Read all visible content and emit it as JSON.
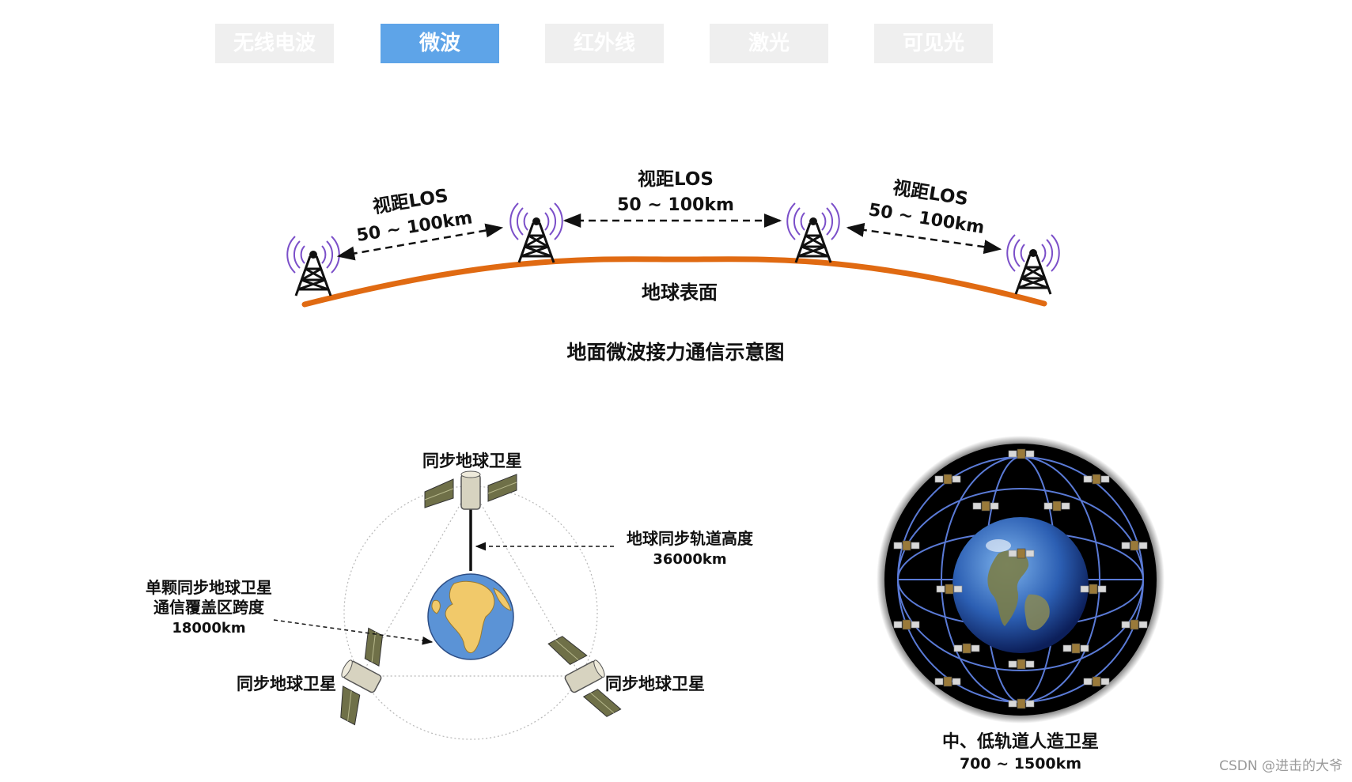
{
  "tabs": [
    {
      "label": "无线电波",
      "active": false
    },
    {
      "label": "微波",
      "active": true
    },
    {
      "label": "红外线",
      "active": false
    },
    {
      "label": "激光",
      "active": false
    },
    {
      "label": "可见光",
      "active": false
    }
  ],
  "colors": {
    "tab_active": "#5ea4e8",
    "tab_inactive": "#efefef",
    "earth_curve": "#e06a12",
    "signal_waves": "#7b4fc9"
  },
  "relay": {
    "links": [
      {
        "title": "视距LOS",
        "range": "50 ~ 100km"
      },
      {
        "title": "视距LOS",
        "range": "50 ~ 100km"
      },
      {
        "title": "视距LOS",
        "range": "50 ~ 100km"
      }
    ],
    "surface_label": "地球表面",
    "caption": "地面微波接力通信示意图"
  },
  "geo": {
    "top_satellite": "同步地球卫星",
    "left_satellite": "同步地球卫星",
    "right_satellite": "同步地球卫星",
    "altitude_title": "地球同步轨道高度",
    "altitude_value": "36000km",
    "coverage_line1": "单颗同步地球卫星",
    "coverage_line2": "通信覆盖区跨度",
    "coverage_value": "18000km"
  },
  "leo": {
    "caption": "中、低轨道人造卫星",
    "range": "700 ~ 1500km"
  },
  "watermark": "CSDN @进击的大爷"
}
